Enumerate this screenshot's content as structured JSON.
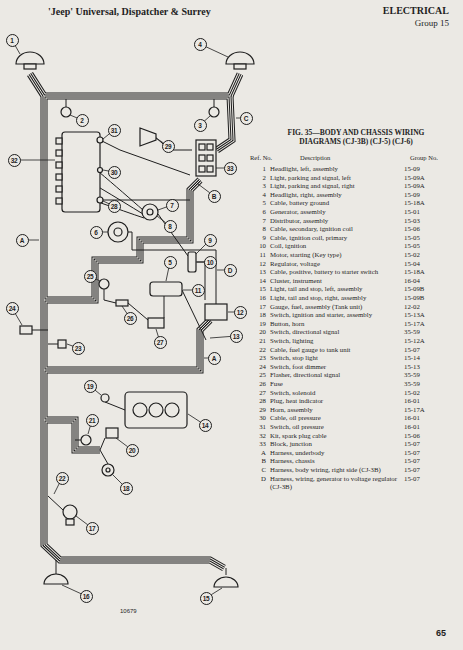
{
  "diagram": {
    "title": "FIG. 35—BODY AND CHASSIS WIRING DIAGRAMS (CJ-3B) (CJ-5) (CJ-6)",
    "labels": [
      "'Jeep' Universal, Dispatcher & Surrey",
      "ELECTRICAL",
      "Group 15",
      "Ref. No.",
      "Description",
      "Group No.",
      "1",
      "Headlight, left, assembly",
      "15-09",
      "2",
      "Light, parking and signal, left",
      "15-09A",
      "3",
      "Light, parking and signal, right",
      "15-09A",
      "4",
      "Headlight, right, assembly",
      "15-09",
      "5",
      "Cable, battery ground",
      "15-18A",
      "6",
      "Generator, assembly",
      "15-01",
      "7",
      "Distributor, assembly",
      "15-03",
      "8",
      "Cable, secondary, ignition coil",
      "15-06",
      "9",
      "Cable, ignition coil, primary",
      "15-05",
      "10",
      "Coil, ignition",
      "15-05",
      "11",
      "Motor, starting (Key type)",
      "15-02",
      "12",
      "Regulator, voltage",
      "15-04",
      "13",
      "Cable, positive, battery to starter switch",
      "15-18A",
      "14",
      "Cluster, instrument",
      "16-04",
      "15",
      "Light, tail and stop, left, assembly",
      "15-09B",
      "16",
      "Light, tail and stop, right, assembly",
      "15-09B",
      "17",
      "Gauge, fuel, assembly (Tank unit)",
      "12-02",
      "18",
      "Switch, ignition and starter, assembly",
      "15-13A",
      "19",
      "Button, horn",
      "15-17A",
      "20",
      "Switch, directional signal",
      "35-59",
      "21",
      "Switch, lighting",
      "15-12A",
      "22",
      "Cable, fuel gauge to tank unit",
      "15-07",
      "23",
      "Switch, stop light",
      "15-14",
      "24",
      "Switch, foot dimmer",
      "15-13",
      "25",
      "Flasher, directional signal",
      "35-59",
      "26",
      "Fuse",
      "35-59",
      "27",
      "Switch, solenoid",
      "15-02",
      "28",
      "Plug, heat indicator",
      "16-01",
      "29",
      "Horn, assembly",
      "15-17A",
      "30",
      "Cable, oil pressure",
      "16-01",
      "31",
      "Switch, oil pressure",
      "16-01",
      "32",
      "Kit, spark plug cable",
      "15-06",
      "33",
      "Block, junction",
      "15-07",
      "A",
      "Harness, underbody",
      "15-07",
      "B",
      "Harness, chassis",
      "15-07",
      "C",
      "Harness, body wiring, right side (CJ-3B)",
      "15-07",
      "D",
      "Harness, wiring, generator to voltage regulator (CJ-3B)",
      "15-07",
      "1",
      "2",
      "3",
      "4",
      "5",
      "6",
      "7",
      "8",
      "9",
      "10",
      "11",
      "12",
      "13",
      "14",
      "15",
      "16",
      "17",
      "18",
      "19",
      "20",
      "21",
      "22",
      "23",
      "24",
      "25",
      "26",
      "27",
      "28",
      "29",
      "30",
      "31",
      "32",
      "33",
      "A",
      "B",
      "C",
      "D",
      "A",
      "10679",
      "65"
    ]
  }
}
